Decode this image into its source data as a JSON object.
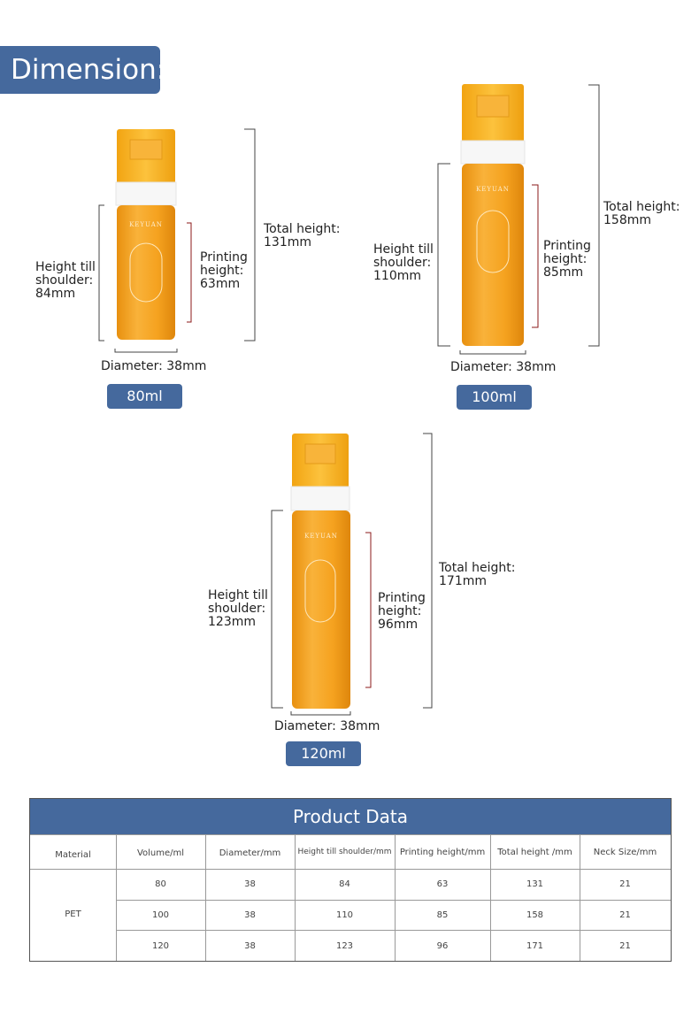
{
  "header": {
    "title": "Dimension:"
  },
  "bottles": [
    {
      "volume": "80ml",
      "shoulder_label": "Height till\nshoulder:\n84mm",
      "printing_label": "Printing\nheight:\n63mm",
      "total_label": "Total height:\n131mm",
      "diameter_label": "Diameter:  38mm",
      "brand": "KEYUAN"
    },
    {
      "volume": "100ml",
      "shoulder_label": "Height till\nshoulder:\n110mm",
      "printing_label": "Printing\nheight:\n85mm",
      "total_label": "Total height:\n158mm",
      "diameter_label": "Diameter:  38mm",
      "brand": "KEYUAN"
    },
    {
      "volume": "120ml",
      "shoulder_label": "Height till\nshoulder:\n123mm",
      "printing_label": "Printing\nheight:\n96mm",
      "total_label": "Total height:\n171mm",
      "diameter_label": "Diameter:  38mm",
      "brand": "KEYUAN"
    }
  ],
  "table": {
    "title": "Product Data",
    "headers": [
      "Material",
      "Volume/ml",
      "Diameter/mm",
      "Height till shoulder/mm",
      "Printing height/mm",
      "Total height /mm",
      "Neck Size/mm"
    ],
    "material": "PET",
    "rows": [
      [
        "80",
        "38",
        "84",
        "63",
        "131",
        "21"
      ],
      [
        "100",
        "38",
        "110",
        "85",
        "158",
        "21"
      ],
      [
        "120",
        "38",
        "123",
        "96",
        "171",
        "21"
      ]
    ]
  },
  "colors": {
    "accent": "#45699d",
    "bottle": "#f5a21f",
    "cap": "#f7b425",
    "printing_bracket": "#8b1a1a"
  }
}
